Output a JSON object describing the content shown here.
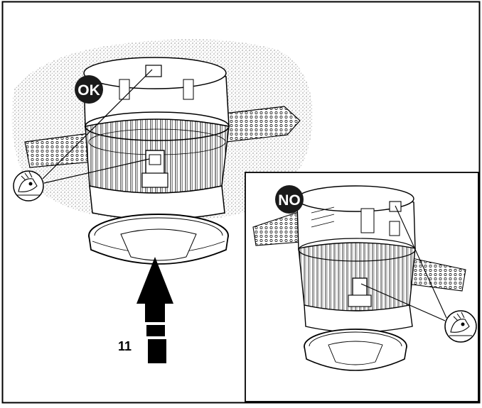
{
  "main_panel": {
    "ok_label": "OK",
    "step_label": "11"
  },
  "inset_panel": {
    "no_label": "NO"
  },
  "colors": {
    "line": "#000000",
    "badge_fill": "#1a1a1a",
    "ceiling_dots": "#9a9a9a",
    "background": "#ffffff"
  },
  "icons": [
    "ok-badge",
    "no-badge",
    "eye-inspection-icon",
    "upward-arrow"
  ]
}
